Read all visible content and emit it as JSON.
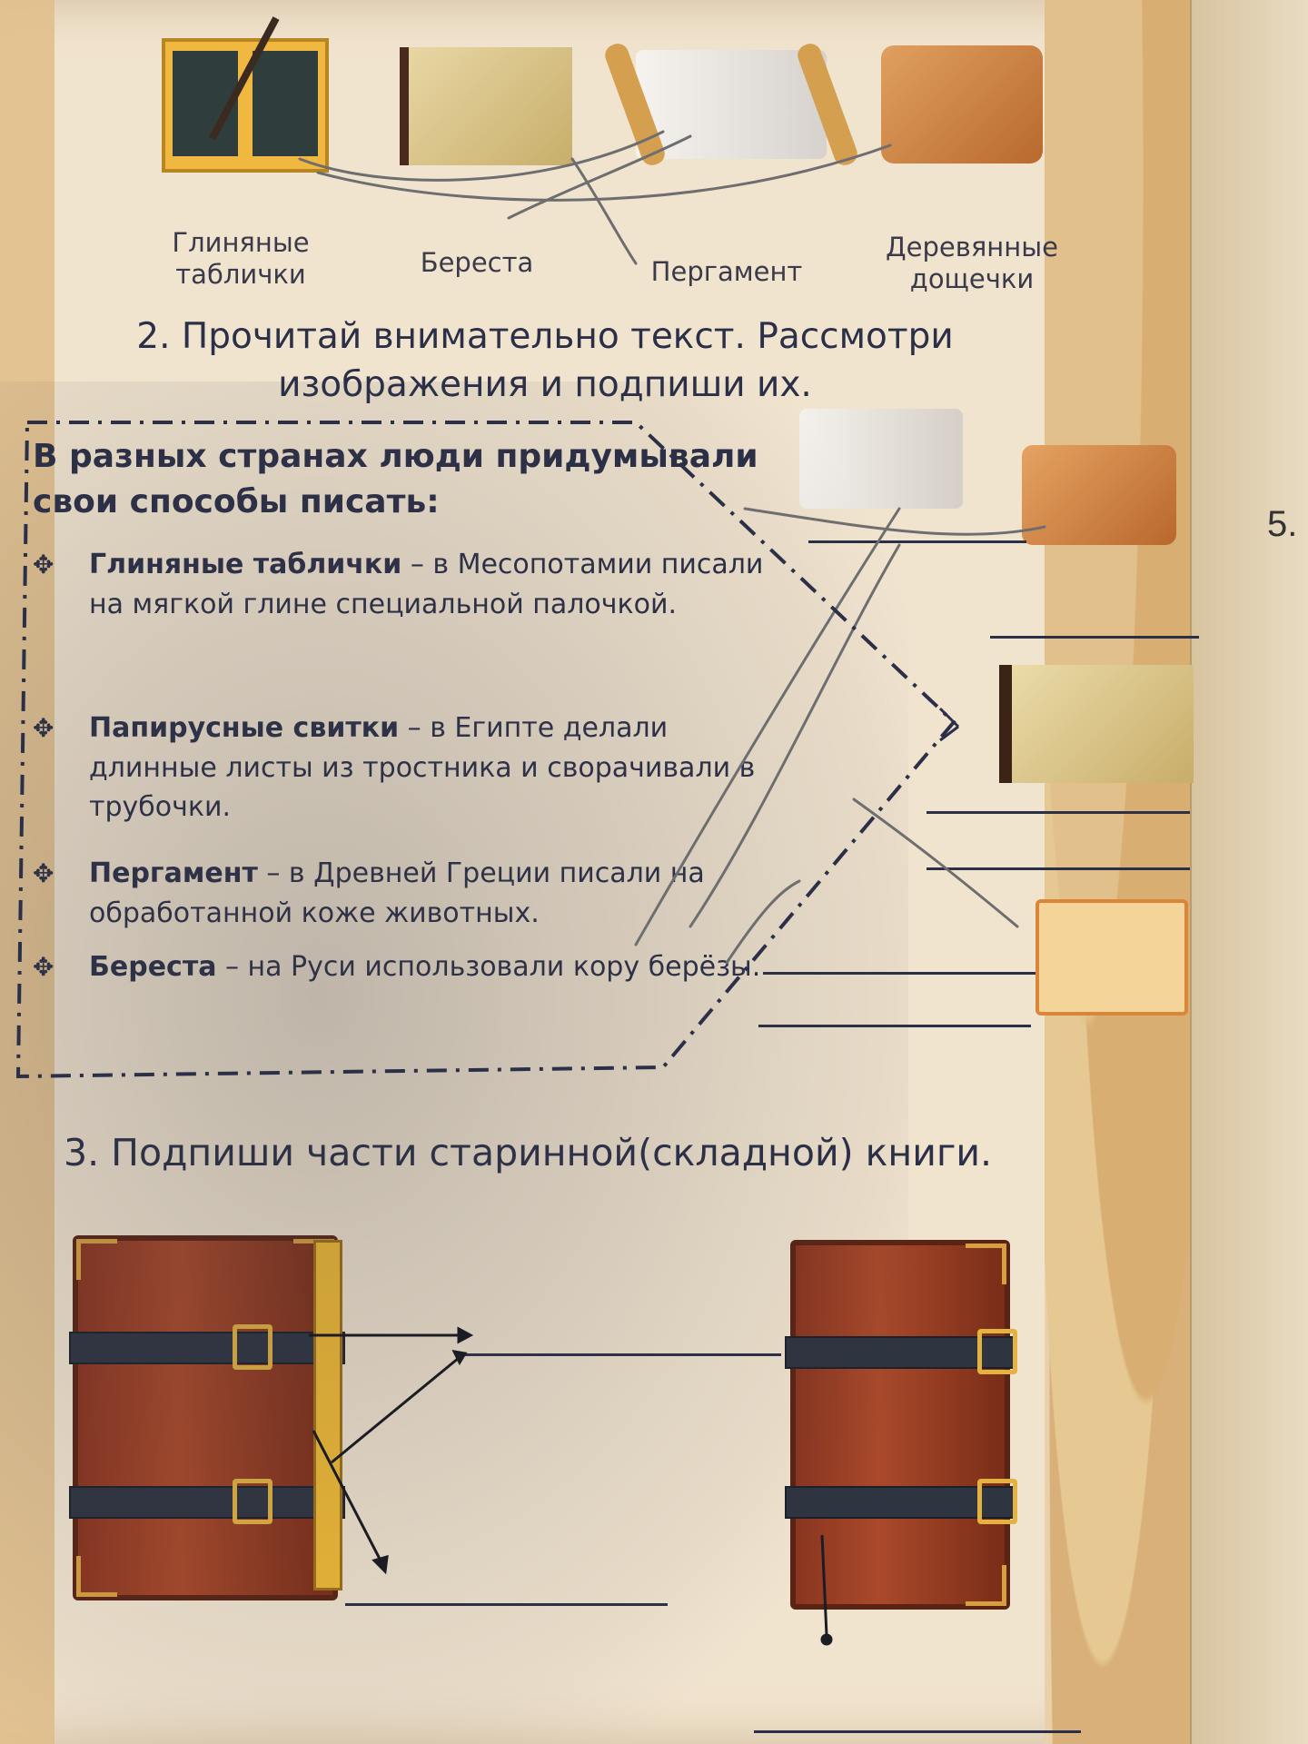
{
  "task1": {
    "labels": [
      "Глиняные\nтаблички",
      "Береста",
      "Пергамент",
      "Деревянные\nдощечки"
    ]
  },
  "task2": {
    "title": "2. Прочитай внимательно текст. Рассмотри изображения и подпиши их.",
    "intro": "В разных странах люди придумывали свои способы писать:",
    "items": [
      {
        "term": "Глиняные таблички",
        "text": " – в Месопотамии писали на мягкой глине специальной палочкой."
      },
      {
        "term": "Папирусные свитки",
        "text": " – в Египте делали длинные листы из тростника и сворачивали в трубочки."
      },
      {
        "term": "Пергамент",
        "text": " – в Древней Греции писали на обработанной коже животных."
      },
      {
        "term": "Береста",
        "text": " – на Руси использовали кору берёзы."
      }
    ]
  },
  "task3": {
    "title": "3. Подпиши части старинной(складной) книги."
  },
  "neighbor_page": {
    "number": "5."
  },
  "colors": {
    "paper": "#f1e4cf",
    "text": "#2b2f47",
    "pencil": "#6e6e70",
    "book_leather": "#a9492a",
    "strap": "#2e3440",
    "brass": "#e3b240"
  }
}
